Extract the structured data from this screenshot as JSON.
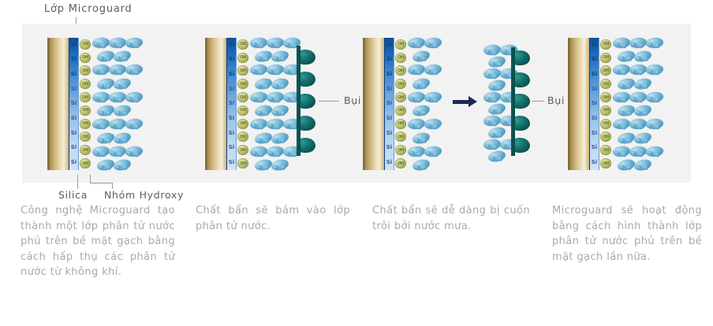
{
  "labels": {
    "top": "Lớp Microguard",
    "silica": "Silica",
    "hydroxy": "Nhóm Hydroxy",
    "dust_panel2": "Bụi",
    "dust_panel3": "Bụi",
    "si_symbol": "Si",
    "oh_symbol": "OH"
  },
  "colors": {
    "strip_background": "#f2f2f2",
    "tile_gold": "#cdb277",
    "silica_blue_dark": "#0b4f9e",
    "silica_blue_light": "#cfe2f5",
    "hydroxy_olive": "#9aa248",
    "water_blue": "#4f9ec5",
    "dust_teal": "#0b4f4d",
    "arrow_navy": "#1b2a55",
    "caption_text": "#a9a9a9",
    "label_text": "#5d5d5d"
  },
  "panels": [
    {
      "id": "panel-1",
      "has_tile": true,
      "has_dust": false,
      "has_arrow": false,
      "caption": "Công nghệ Microguard tạo thành một lớp phân tử nước phủ trên bề mặt gạch bằng cách hấp thụ các phân tử nước từ không khí."
    },
    {
      "id": "panel-2",
      "has_tile": true,
      "has_dust": true,
      "has_arrow": false,
      "caption": "Chất bẩn sẽ bám vào lớp phân tử nước."
    },
    {
      "id": "panel-3",
      "has_tile": true,
      "has_dust": true,
      "has_arrow": true,
      "caption": "Chất bẩn sẽ dễ dàng bị cuốn trôi bởi nước mưa."
    },
    {
      "id": "panel-4",
      "has_tile": true,
      "has_dust": false,
      "has_arrow": false,
      "caption": "Microguard sẽ hoạt động bằng cách hình thành lớp phân tử nước phủ trên bề mặt gạch lần nữa."
    }
  ]
}
